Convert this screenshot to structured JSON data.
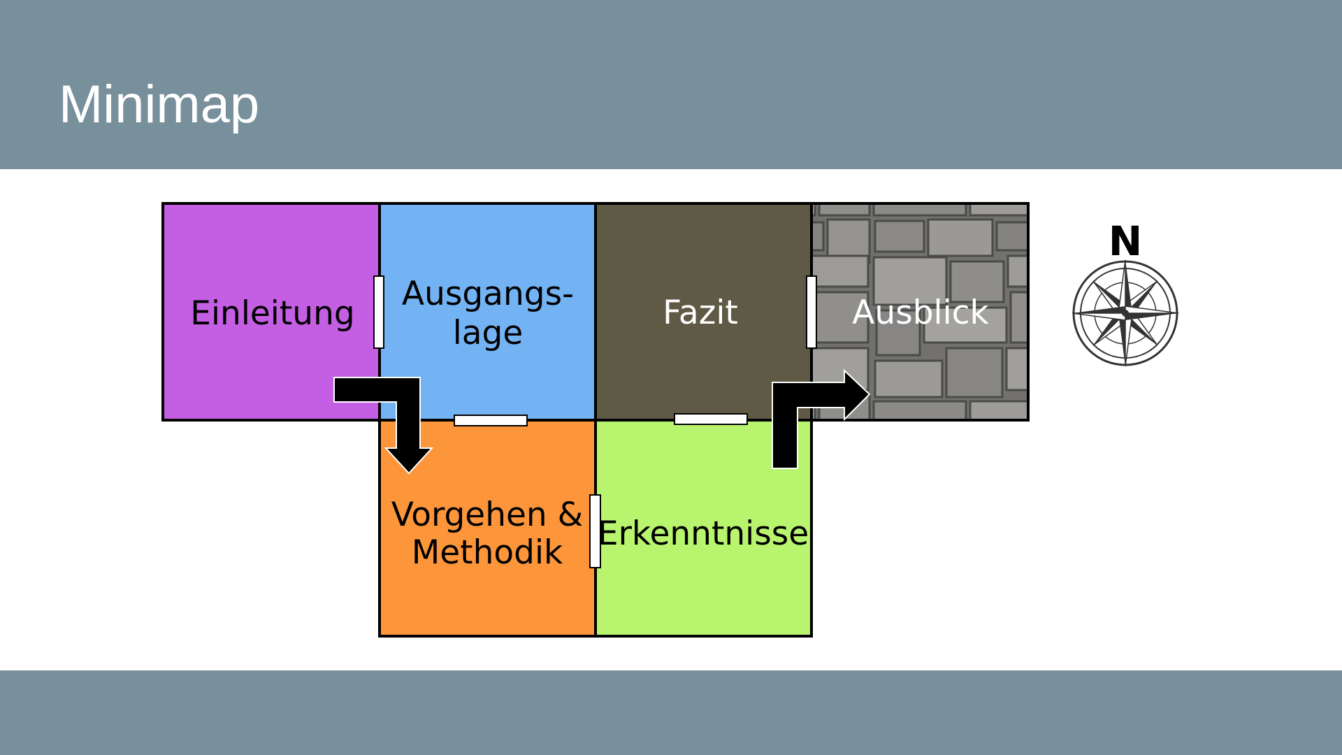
{
  "slide": {
    "title": "Minimap"
  },
  "rooms": {
    "einleitung": {
      "label": "Einleitung",
      "color": "#c45fe3"
    },
    "ausgangslage": {
      "label_line1": "Ausgangs-",
      "label_line2": "lage",
      "color": "#74b3f3"
    },
    "fazit": {
      "label": "Fazit",
      "color": "#5e5a45"
    },
    "ausblick": {
      "label": "Ausblick",
      "texture": "stone-wall"
    },
    "vorgehen": {
      "label_line1": "Vorgehen &",
      "label_line2": "Methodik",
      "color": "#fd963b"
    },
    "erkenntnisse": {
      "label": "Erkenntnisse",
      "color": "#b9f46f"
    }
  },
  "compass": {
    "north_label": "N",
    "icon": "compass-rose-icon"
  },
  "colors": {
    "band": "#788f9c",
    "outline": "#000000",
    "door": "#ffffff"
  }
}
